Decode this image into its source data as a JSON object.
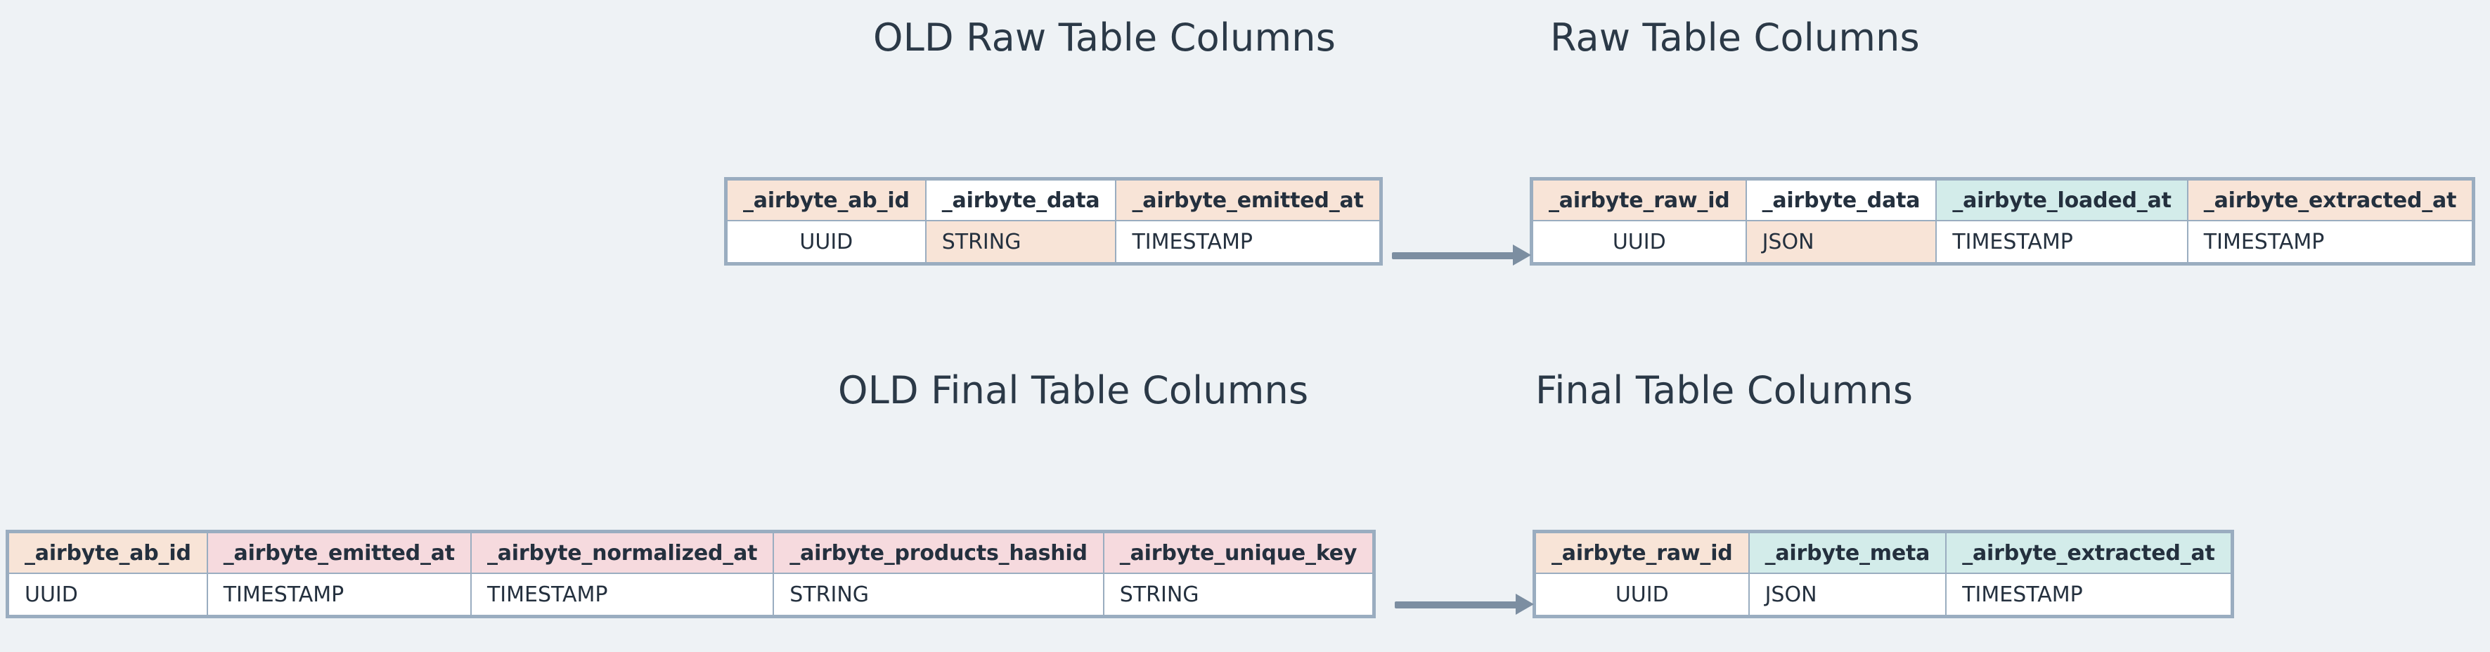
{
  "canvas": {
    "background_color": "#eef2f5",
    "text_color": "#24303e",
    "border_color": "#9aadc0",
    "arrow_color": "#7c8ea1"
  },
  "palette": {
    "peach": "#f8e4d7",
    "teal": "#d3ecea",
    "pink": "#f6dade",
    "white": "#ffffff"
  },
  "titles": {
    "old_raw": "OLD Raw Table Columns",
    "new_raw": "Raw Table Columns",
    "old_final": "OLD Final Table Columns",
    "new_final": "Final Table Columns"
  },
  "tables": {
    "old_raw": {
      "headers": [
        "_airbyte_ab_id",
        "_airbyte_data",
        "_airbyte_emitted_at"
      ],
      "header_fills": [
        "peach",
        "white",
        "peach"
      ],
      "types": [
        "UUID",
        "STRING",
        "TIMESTAMP"
      ],
      "type_fills": [
        "white",
        "peach",
        "white"
      ]
    },
    "new_raw": {
      "headers": [
        "_airbyte_raw_id",
        "_airbyte_data",
        "_airbyte_loaded_at",
        "_airbyte_extracted_at"
      ],
      "header_fills": [
        "peach",
        "white",
        "teal",
        "peach"
      ],
      "types": [
        "UUID",
        "JSON",
        "TIMESTAMP",
        "TIMESTAMP"
      ],
      "type_fills": [
        "white",
        "peach",
        "white",
        "white"
      ]
    },
    "old_final": {
      "headers": [
        "_airbyte_ab_id",
        "_airbyte_emitted_at",
        "_airbyte_normalized_at",
        "_airbyte_products_hashid",
        "_airbyte_unique_key"
      ],
      "header_fills": [
        "peach",
        "pink",
        "pink",
        "pink",
        "pink"
      ],
      "types": [
        "UUID",
        "TIMESTAMP",
        "TIMESTAMP",
        "STRING",
        "STRING"
      ],
      "type_fills": [
        "white",
        "white",
        "white",
        "white",
        "white"
      ]
    },
    "new_final": {
      "headers": [
        "_airbyte_raw_id",
        "_airbyte_meta",
        "_airbyte_extracted_at"
      ],
      "header_fills": [
        "peach",
        "teal",
        "teal"
      ],
      "types": [
        "UUID",
        "JSON",
        "TIMESTAMP"
      ],
      "type_fills": [
        "white",
        "white",
        "white"
      ]
    }
  },
  "arrows": {
    "raw": "arrow-right",
    "final": "arrow-right"
  }
}
